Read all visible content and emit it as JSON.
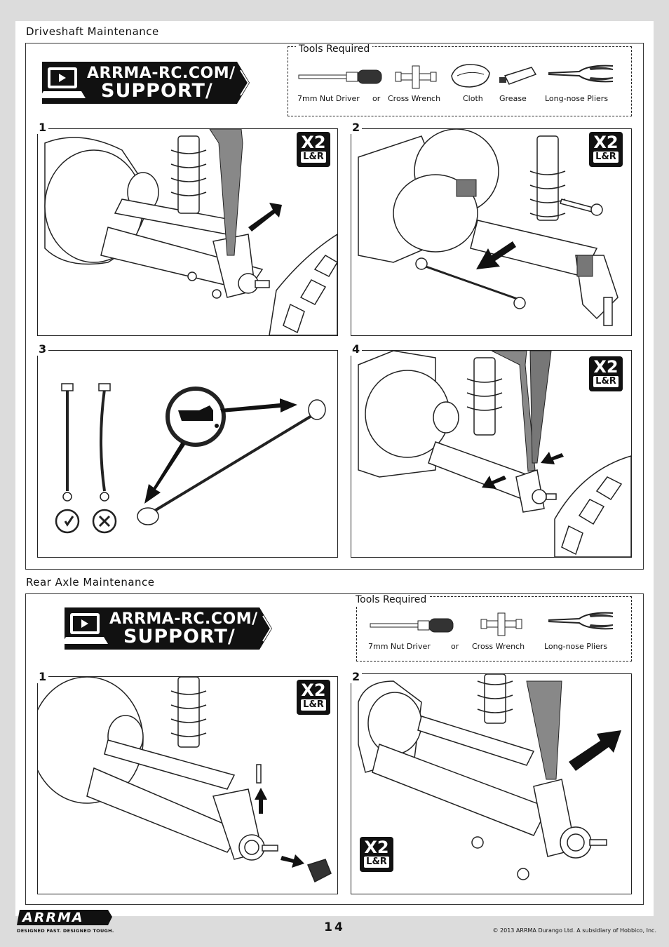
{
  "sections": {
    "driveshaft": {
      "title": "Driveshaft Maintenance",
      "banner_line1": "ARRMA-RC.COM/",
      "banner_line2": "SUPPORT/",
      "tools_title": "Tools Required",
      "tools": [
        "7mm Nut Driver",
        "or",
        "Cross Wrench",
        "Cloth",
        "Grease",
        "Long-nose Pliers"
      ],
      "steps": [
        "1",
        "2",
        "3",
        "4"
      ]
    },
    "rear_axle": {
      "title": "Rear Axle Maintenance",
      "banner_line1": "ARRMA-RC.COM/",
      "banner_line2": "SUPPORT/",
      "tools_title": "Tools Required",
      "tools": [
        "7mm Nut Driver",
        "or",
        "Cross Wrench",
        "Long-nose Pliers"
      ],
      "steps": [
        "1",
        "2"
      ]
    }
  },
  "badge": {
    "x2": "X2",
    "lr": "L&R"
  },
  "footer": {
    "page_number": "14",
    "copyright": "© 2013 ARRMA Durango Ltd. A subsidiary of Hobbico, Inc.",
    "logo": "ARRMA",
    "tagline": "DESIGNED FAST. DESIGNED TOUGH."
  }
}
